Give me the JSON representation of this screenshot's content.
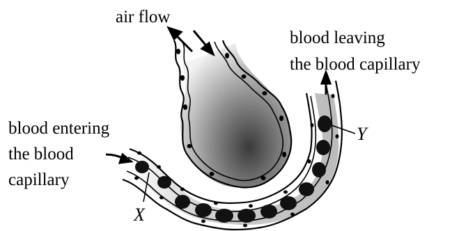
{
  "labels": {
    "air_flow": "air flow",
    "blood_leaving_1": "blood leaving",
    "blood_leaving_2": "the blood capillary",
    "blood_entering_1": "blood entering",
    "blood_entering_2": "the blood",
    "blood_entering_3": "capillary",
    "x_label": "X",
    "y_label": "Y"
  },
  "colors": {
    "ink": "#000000",
    "alveolus_shade": "#9a9a9a",
    "cell_fill": "#111111"
  }
}
